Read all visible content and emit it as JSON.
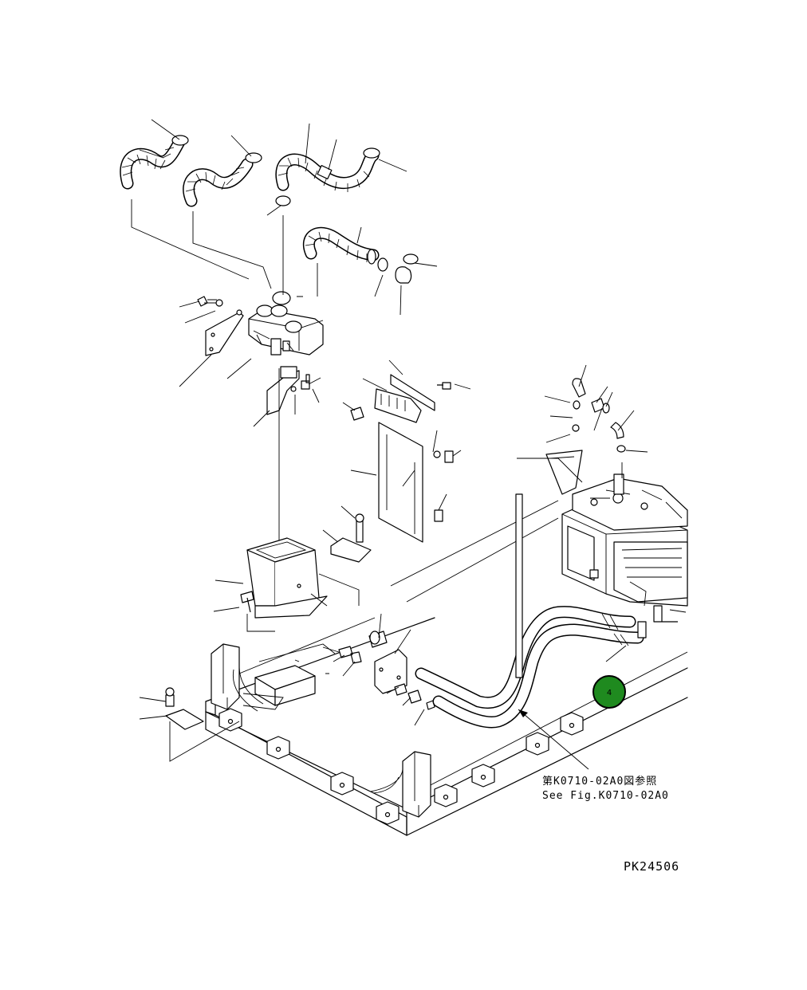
{
  "figure_code": "PK24506",
  "reference_note": {
    "japanese": "第K0710-02A0図参照",
    "english": "See Fig.K0710-02A0"
  },
  "callout": {
    "number": "4",
    "fill_color": "#1f8a1f",
    "border_color": "#000000"
  },
  "colors": {
    "line": "#000000",
    "background": "#ffffff"
  }
}
